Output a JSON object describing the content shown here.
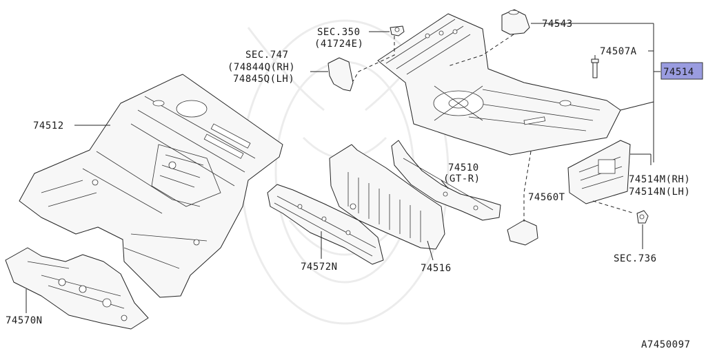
{
  "colors": {
    "highlight_fill": "#9a9ce0",
    "line": "#222222",
    "background": "#ffffff"
  },
  "labels": {
    "sec350_a": "SEC.350",
    "sec350_b": "(41724E)",
    "sec747": "SEC.747",
    "sec747_rh": "(74844Q(RH)",
    "sec747_lh": "74845Q(LH)",
    "p74543": "74543",
    "p74507a": "74507A",
    "p74514": "74514",
    "p74512": "74512",
    "p74510_a": "74510",
    "p74510_b": "(GT-R)",
    "p74560t": "74560T",
    "p74514m": "74514M(RH)",
    "p74514n": "74514N(LH)",
    "sec736": "SEC.736",
    "p74572n": "74572N",
    "p74516": "74516",
    "p74570n": "74570N",
    "diagram_code": "A7450097"
  },
  "highlighted_part": "74514"
}
